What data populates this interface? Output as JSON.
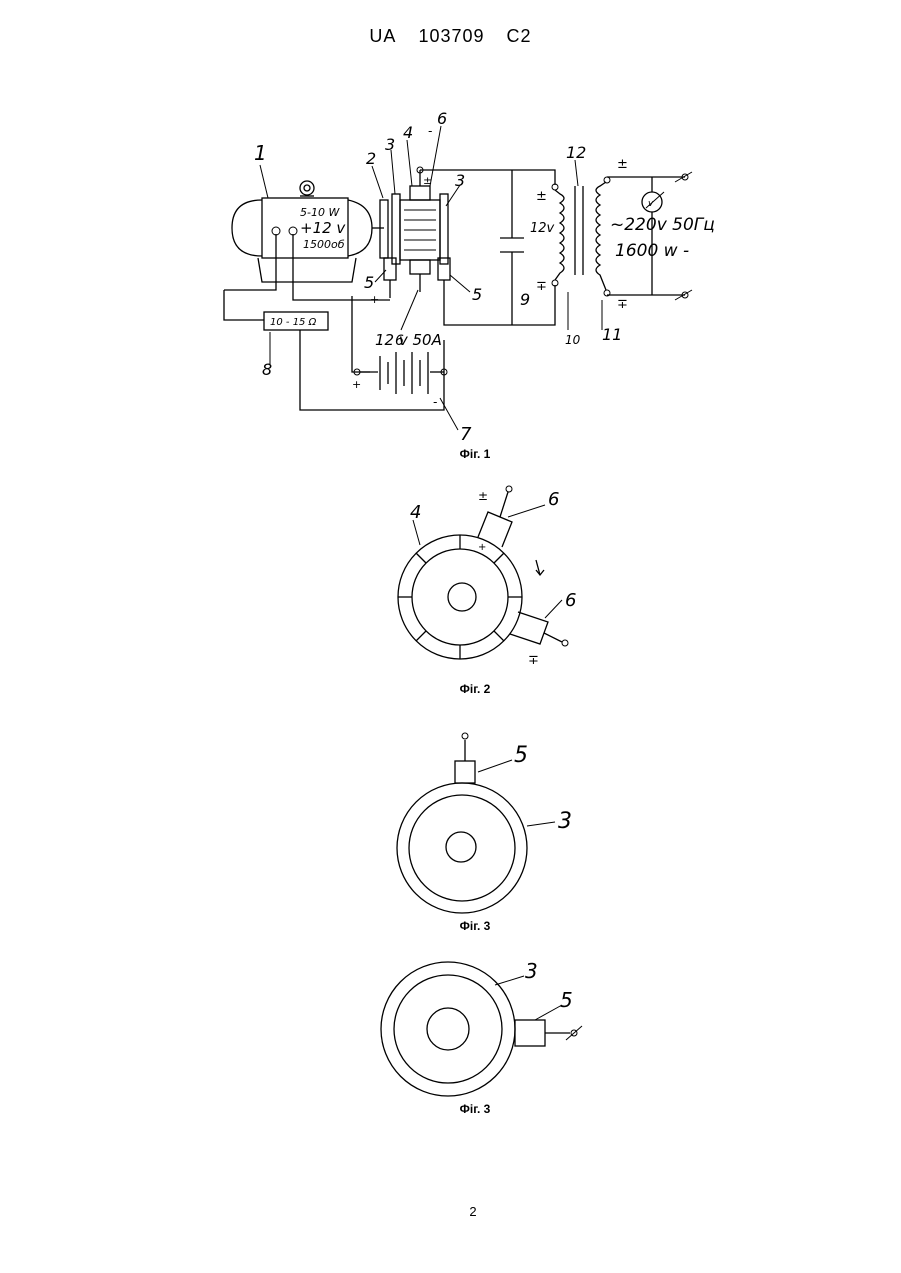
{
  "header": {
    "country": "UA",
    "number": "103709",
    "kind": "C2"
  },
  "page_number": "2",
  "fig1": {
    "caption": "Фіг. 1",
    "labels": {
      "n1": "1",
      "n2": "2",
      "n3a": "3",
      "n3b": "3",
      "n4": "4",
      "n5a": "5",
      "n5b": "5",
      "n6a": "6",
      "n6b": "6",
      "n7": "7",
      "n8": "8",
      "n9": "9",
      "n10": "10",
      "n11": "11",
      "n12": "12"
    },
    "motor_text": {
      "line1": "5-10 W",
      "line2": "+12 v",
      "line3": "1500об"
    },
    "resistor": "10 - 15 Ω",
    "battery": "12 v  50A",
    "coil_voltage": "12v",
    "output": {
      "line1": "~220v 50Гц",
      "line2": "1600 w -"
    },
    "voltmeter": "v",
    "signs": {
      "plus": "+",
      "minus": "-",
      "pm": "±",
      "mp": "∓"
    }
  },
  "fig2": {
    "caption": "Фіг. 2",
    "labels": {
      "n4": "4",
      "n6a": "6",
      "n6b": "6"
    }
  },
  "fig3a": {
    "caption": "Фіг. 3",
    "labels": {
      "n5": "5",
      "n3": "3"
    }
  },
  "fig3b": {
    "caption": "Фіг. 3",
    "labels": {
      "n3": "3",
      "n5": "5"
    }
  }
}
